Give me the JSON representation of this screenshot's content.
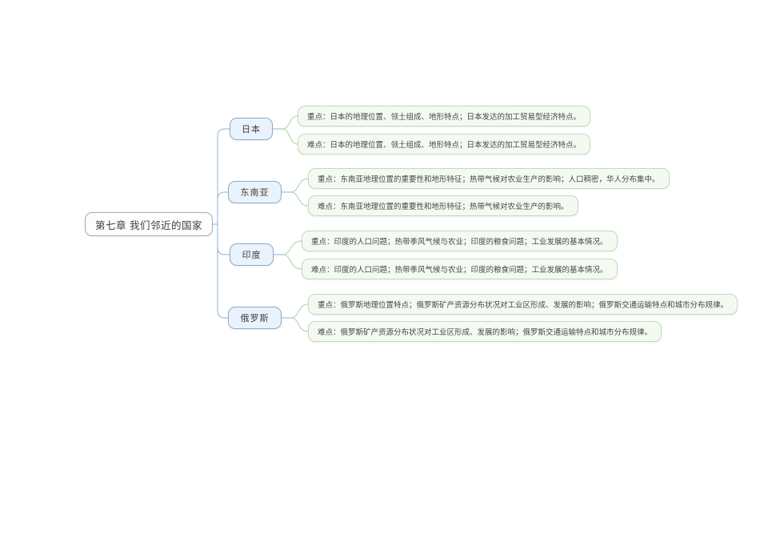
{
  "mindmap": {
    "root": {
      "label": "第七章 我们邻近的国家"
    },
    "branches": [
      {
        "label": "日本",
        "children": [
          {
            "text": "重点：日本的地理位置、领土组成、地形特点；日本发达的加工贸易型经济特点。"
          },
          {
            "text": "难点：日本的地理位置、领土组成、地形特点；日本发达的加工贸易型经济特点。"
          }
        ]
      },
      {
        "label": "东南亚",
        "children": [
          {
            "text": "重点：东南亚地理位置的重要性和地形特征；热带气候对农业生产的影响；人口稠密，华人分布集中。"
          },
          {
            "text": "难点：东南亚地理位置的重要性和地形特征；热带气候对农业生产的影响。"
          }
        ]
      },
      {
        "label": "印度",
        "children": [
          {
            "text": "重点：印度的人口问题；热带季风气候与农业；印度的粮食问题；工业发展的基本情况。"
          },
          {
            "text": "难点：印度的人口问题；热带季风气候与农业；印度的粮食问题；工业发展的基本情况。"
          }
        ]
      },
      {
        "label": "俄罗斯",
        "children": [
          {
            "text": "重点：俄罗斯地理位置特点；俄罗斯矿产资源分布状况对工业区形成、发展的影响；俄罗斯交通运输特点和城市分布规律。"
          },
          {
            "text": "难点：俄罗斯矿产资源分布状况对工业区形成、发展的影响；俄罗斯交通运输特点和城市分布规律。"
          }
        ]
      }
    ],
    "colors": {
      "root_fill": "#fdfdfd",
      "root_border": "#ababab",
      "branch_fill": "#eaf2fb",
      "branch_border": "#86add5",
      "leaf_fill": "#f4faf2",
      "leaf_border": "#bedcba",
      "line_blue": "#8fb2d4",
      "line_green": "#aad1a5",
      "text_dark": "#3f3f3f"
    }
  }
}
